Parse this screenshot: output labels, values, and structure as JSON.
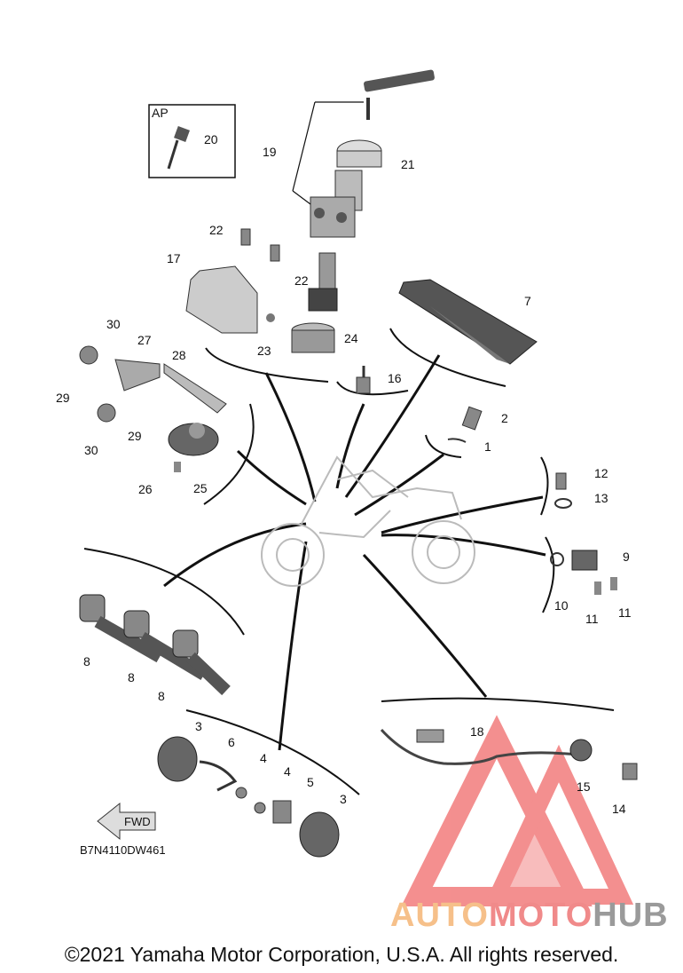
{
  "diagram": {
    "part_code": "B7N4110DW461",
    "accessory_box_label": "AP",
    "fwd_label": "FWD",
    "callouts": [
      {
        "id": "c20",
        "text": "20"
      },
      {
        "id": "c19",
        "text": "19"
      },
      {
        "id": "c21",
        "text": "21"
      },
      {
        "id": "c22a",
        "text": "22"
      },
      {
        "id": "c22b",
        "text": "22"
      },
      {
        "id": "c17",
        "text": "17"
      },
      {
        "id": "c7",
        "text": "7"
      },
      {
        "id": "c30a",
        "text": "30"
      },
      {
        "id": "c27",
        "text": "27"
      },
      {
        "id": "c23",
        "text": "23"
      },
      {
        "id": "c24",
        "text": "24"
      },
      {
        "id": "c28",
        "text": "28"
      },
      {
        "id": "c16",
        "text": "16"
      },
      {
        "id": "c29a",
        "text": "29"
      },
      {
        "id": "c29b",
        "text": "29"
      },
      {
        "id": "c2",
        "text": "2"
      },
      {
        "id": "c30b",
        "text": "30"
      },
      {
        "id": "c1",
        "text": "1"
      },
      {
        "id": "c26",
        "text": "26"
      },
      {
        "id": "c25",
        "text": "25"
      },
      {
        "id": "c12",
        "text": "12"
      },
      {
        "id": "c13",
        "text": "13"
      },
      {
        "id": "c9",
        "text": "9"
      },
      {
        "id": "c10",
        "text": "10"
      },
      {
        "id": "c11a",
        "text": "11"
      },
      {
        "id": "c11b",
        "text": "11"
      },
      {
        "id": "c8a",
        "text": "8"
      },
      {
        "id": "c8b",
        "text": "8"
      },
      {
        "id": "c8c",
        "text": "8"
      },
      {
        "id": "c18",
        "text": "18"
      },
      {
        "id": "c3a",
        "text": "3"
      },
      {
        "id": "c6",
        "text": "6"
      },
      {
        "id": "c4a",
        "text": "4"
      },
      {
        "id": "c4b",
        "text": "4"
      },
      {
        "id": "c5",
        "text": "5"
      },
      {
        "id": "c3b",
        "text": "3"
      },
      {
        "id": "c15",
        "text": "15"
      },
      {
        "id": "c14",
        "text": "14"
      }
    ]
  },
  "copyright": "©2021 Yamaha Motor Corporation, U.S.A. All rights reserved.",
  "watermark": {
    "part1": "AUTO",
    "part2": "MOTO",
    "part3": "HUB",
    "colors": {
      "part1": "#f6c08a",
      "part2": "#f08a8a",
      "part3": "#9a9a9a",
      "logo": "#f06a6a"
    }
  }
}
